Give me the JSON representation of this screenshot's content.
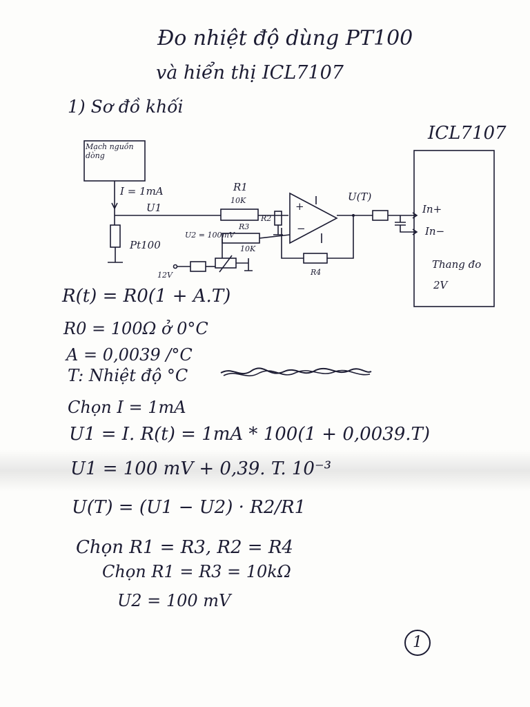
{
  "title_line1": "Đo nhiệt độ dùng PT100",
  "title_line2": "và hiển thị ICL7107",
  "section": "1) Sơ đồ khối",
  "diagram": {
    "source_box": "Mạch nguồn dòng",
    "current_label": "I = 1mA",
    "u1_label": "U1",
    "r1_label": "R1",
    "r1_value": "10K",
    "r2_label": "R2",
    "pt100_label": "Pt100",
    "u2_label": "U2 = 100mV",
    "r3_label": "R3",
    "r3_value": "10K",
    "v12_label": "12V",
    "r4_label": "R4",
    "plus": "+",
    "minus": "−",
    "output_label": "U(T)",
    "icl_title": "ICL7107",
    "in_plus": "In+",
    "in_minus": "In−",
    "range_line1": "Thang đo",
    "range_line2": "2V"
  },
  "equations": [
    "R(t) = R0(1 + A.T)",
    "R0 = 100Ω ở 0°C",
    "A = 0,0039 /°C",
    "T: Nhiệt độ °C",
    "Chọn I = 1mA",
    "U1 = I. R(t) = 1mA * 100(1 + 0,0039.T)",
    "U1 = 100 mV + 0,39. T. 10⁻³",
    "U(T) = (U1 − U2) · R2/R1",
    "Chọn R1 = R3,   R2 = R4",
    "Chọn R1 = R3 = 10kΩ",
    "U2 = 100 mV"
  ],
  "page_number": "1"
}
